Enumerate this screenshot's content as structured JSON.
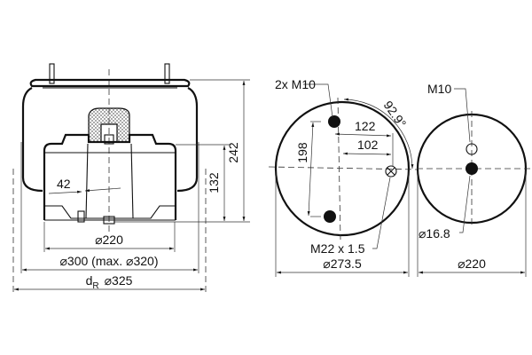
{
  "side_view": {
    "dim_height_total": "242",
    "dim_height_piston": "132",
    "dim_offset": "42",
    "dim_piston_dia": "⌀220",
    "dim_bellows_dia": "⌀300 (max. ⌀320)",
    "dim_roll_dia_label": "d",
    "dim_roll_dia_sub": "R",
    "dim_roll_dia": "⌀325"
  },
  "top_plate_view": {
    "stud_label": "2x M10",
    "dim_stud_spacing": "198",
    "dim_122": "122",
    "dim_102": "102",
    "angle": "92.9°",
    "air_port_label": "M22 x 1.5",
    "dim_plate_dia": "⌀273.5"
  },
  "piston_view": {
    "thread_label": "M10",
    "dim_hole_dia": "⌀16.8",
    "dim_piston_dia": "⌀220"
  }
}
